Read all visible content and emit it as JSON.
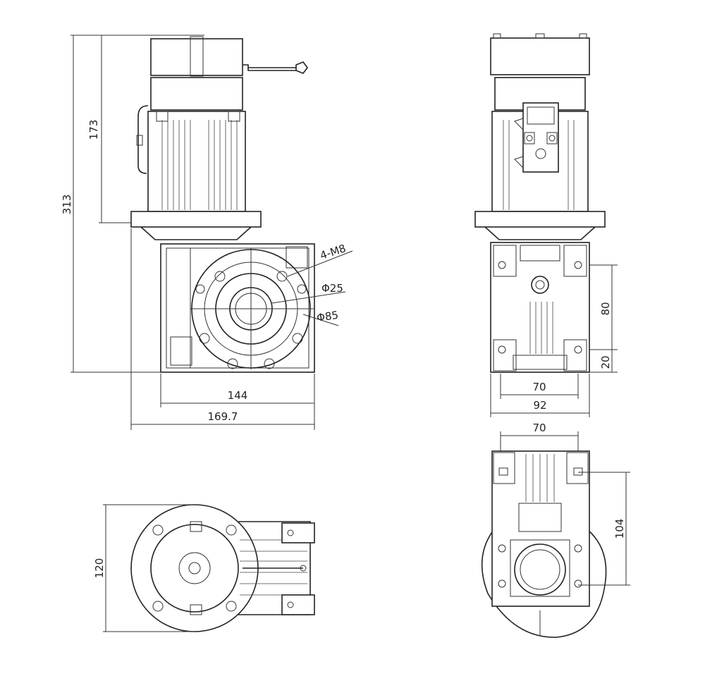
{
  "dimensions": {
    "overall_height": "313",
    "motor_height": "173",
    "output_face_width": "144",
    "total_width": "169.7",
    "bolt_holes": "4-M8",
    "bore_diameter": "Φ25",
    "pcd_diameter": "Φ85",
    "side_vertical_80": "80",
    "side_vertical_20": "20",
    "side_width_70": "70",
    "side_width_92": "92",
    "top_width_70": "70",
    "top_height_104": "104",
    "bottom_height_120": "120"
  },
  "colors": {
    "line": "#222222",
    "background": "#ffffff"
  }
}
